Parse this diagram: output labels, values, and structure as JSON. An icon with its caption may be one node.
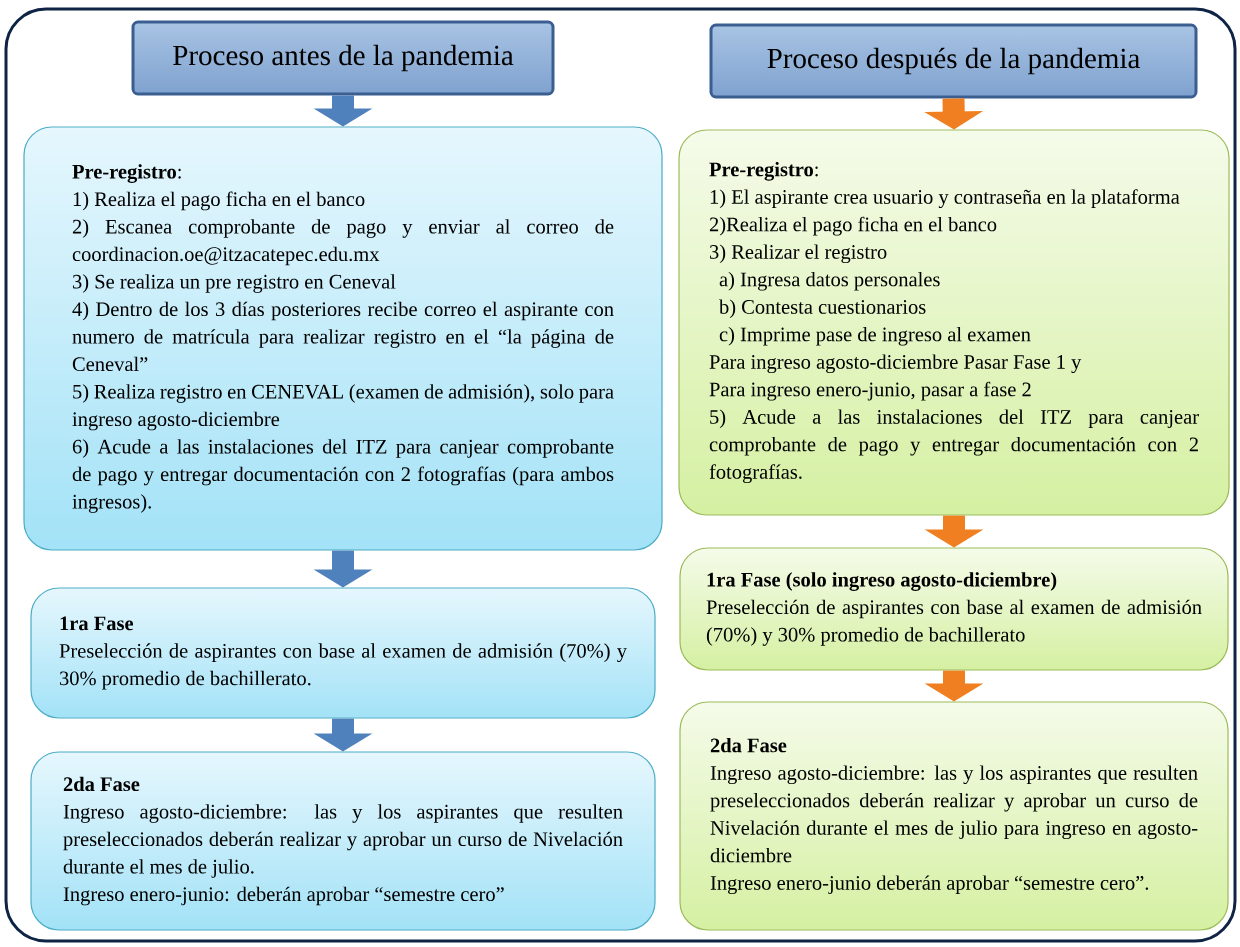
{
  "diagram": {
    "nodes": [
      {
        "text": [
          "Proceso antes de la pandemia"
        ]
      },
      {
        "text": [
          "**Pre-registro**:",
          "1) Realiza el pago ficha en el banco",
          "2) Escanea comprobante de pago y enviar al correo de coordinacion.oe@itzacatepec.edu.mx",
          "3) Se realiza un pre registro en Ceneval",
          "4) Dentro de los 3 días posteriores recibe correo el aspirante con numero de matrícula para realizar registro en el “la página de Ceneval”",
          "5) Realiza registro en CENEVAL (examen de admisión), solo para ingreso agosto-diciembre",
          "6) Acude a las instalaciones del ITZ para canjear comprobante de pago y entregar documentación con 2 fotografías (para ambos ingresos)."
        ]
      },
      {
        "text": [
          "1ra Fase",
          "Preselección de aspirantes con base al examen de admisión (70%) y 30% promedio de bachillerato."
        ]
      },
      {
        "text": [
          "2da Fase",
          "Ingreso agosto-diciembre: las y los aspirantes que resulten preseleccionados deberán realizar y aprobar un curso de Nivelación durante el mes de julio.",
          "Ingreso enero-junio: deberán aprobar “semestre cero”"
        ]
      },
      {
        "text": [
          "Proceso después de la pandemia"
        ]
      },
      {
        "text": [
          "**Pre-registro**:",
          "1) El aspirante crea usuario y contraseña en la plataforma",
          "2)Realiza el pago ficha en el banco",
          "3) Realizar el registro",
          "a) Ingresa datos personales",
          "b) Contesta cuestionarios",
          "c) Imprime pase de ingreso al examen",
          "Para ingreso agosto-diciembre Pasar Fase 1 y",
          "Para ingreso enero-junio, pasar a fase 2",
          "5) Acude a las instalaciones del ITZ para canjear comprobante de pago y entregar documentación con 2 fotografías."
        ]
      },
      {
        "text": [
          "1ra Fase (solo ingreso agosto-diciembre)",
          "Preselección de aspirantes con base al examen de admisión (70%) y 30% promedio de bachillerato"
        ]
      },
      {
        "text": [
          "2da Fase",
          "Ingreso agosto-diciembre: las y los aspirantes que resulten preseleccionados deberán realizar y aprobar un curso de Nivelación durante el mes de julio para ingreso en agosto-diciembre",
          "Ingreso enero-junio deberán aprobar “semestre cero”."
        ]
      }
    ],
    "edges": [
      {
        "from": 0,
        "to": 1,
        "arrow": "to"
      },
      {
        "from": 1,
        "to": 2,
        "arrow": "to"
      },
      {
        "from": 2,
        "to": 3,
        "arrow": "to"
      },
      {
        "from": 4,
        "to": 5,
        "arrow": "to",
        "color": "#f07f22"
      },
      {
        "from": 5,
        "to": 6,
        "arrow": "to",
        "color": "#f07f22"
      },
      {
        "from": 6,
        "to": 7,
        "arrow": "to",
        "color": "#f07f22"
      }
    ]
  }
}
